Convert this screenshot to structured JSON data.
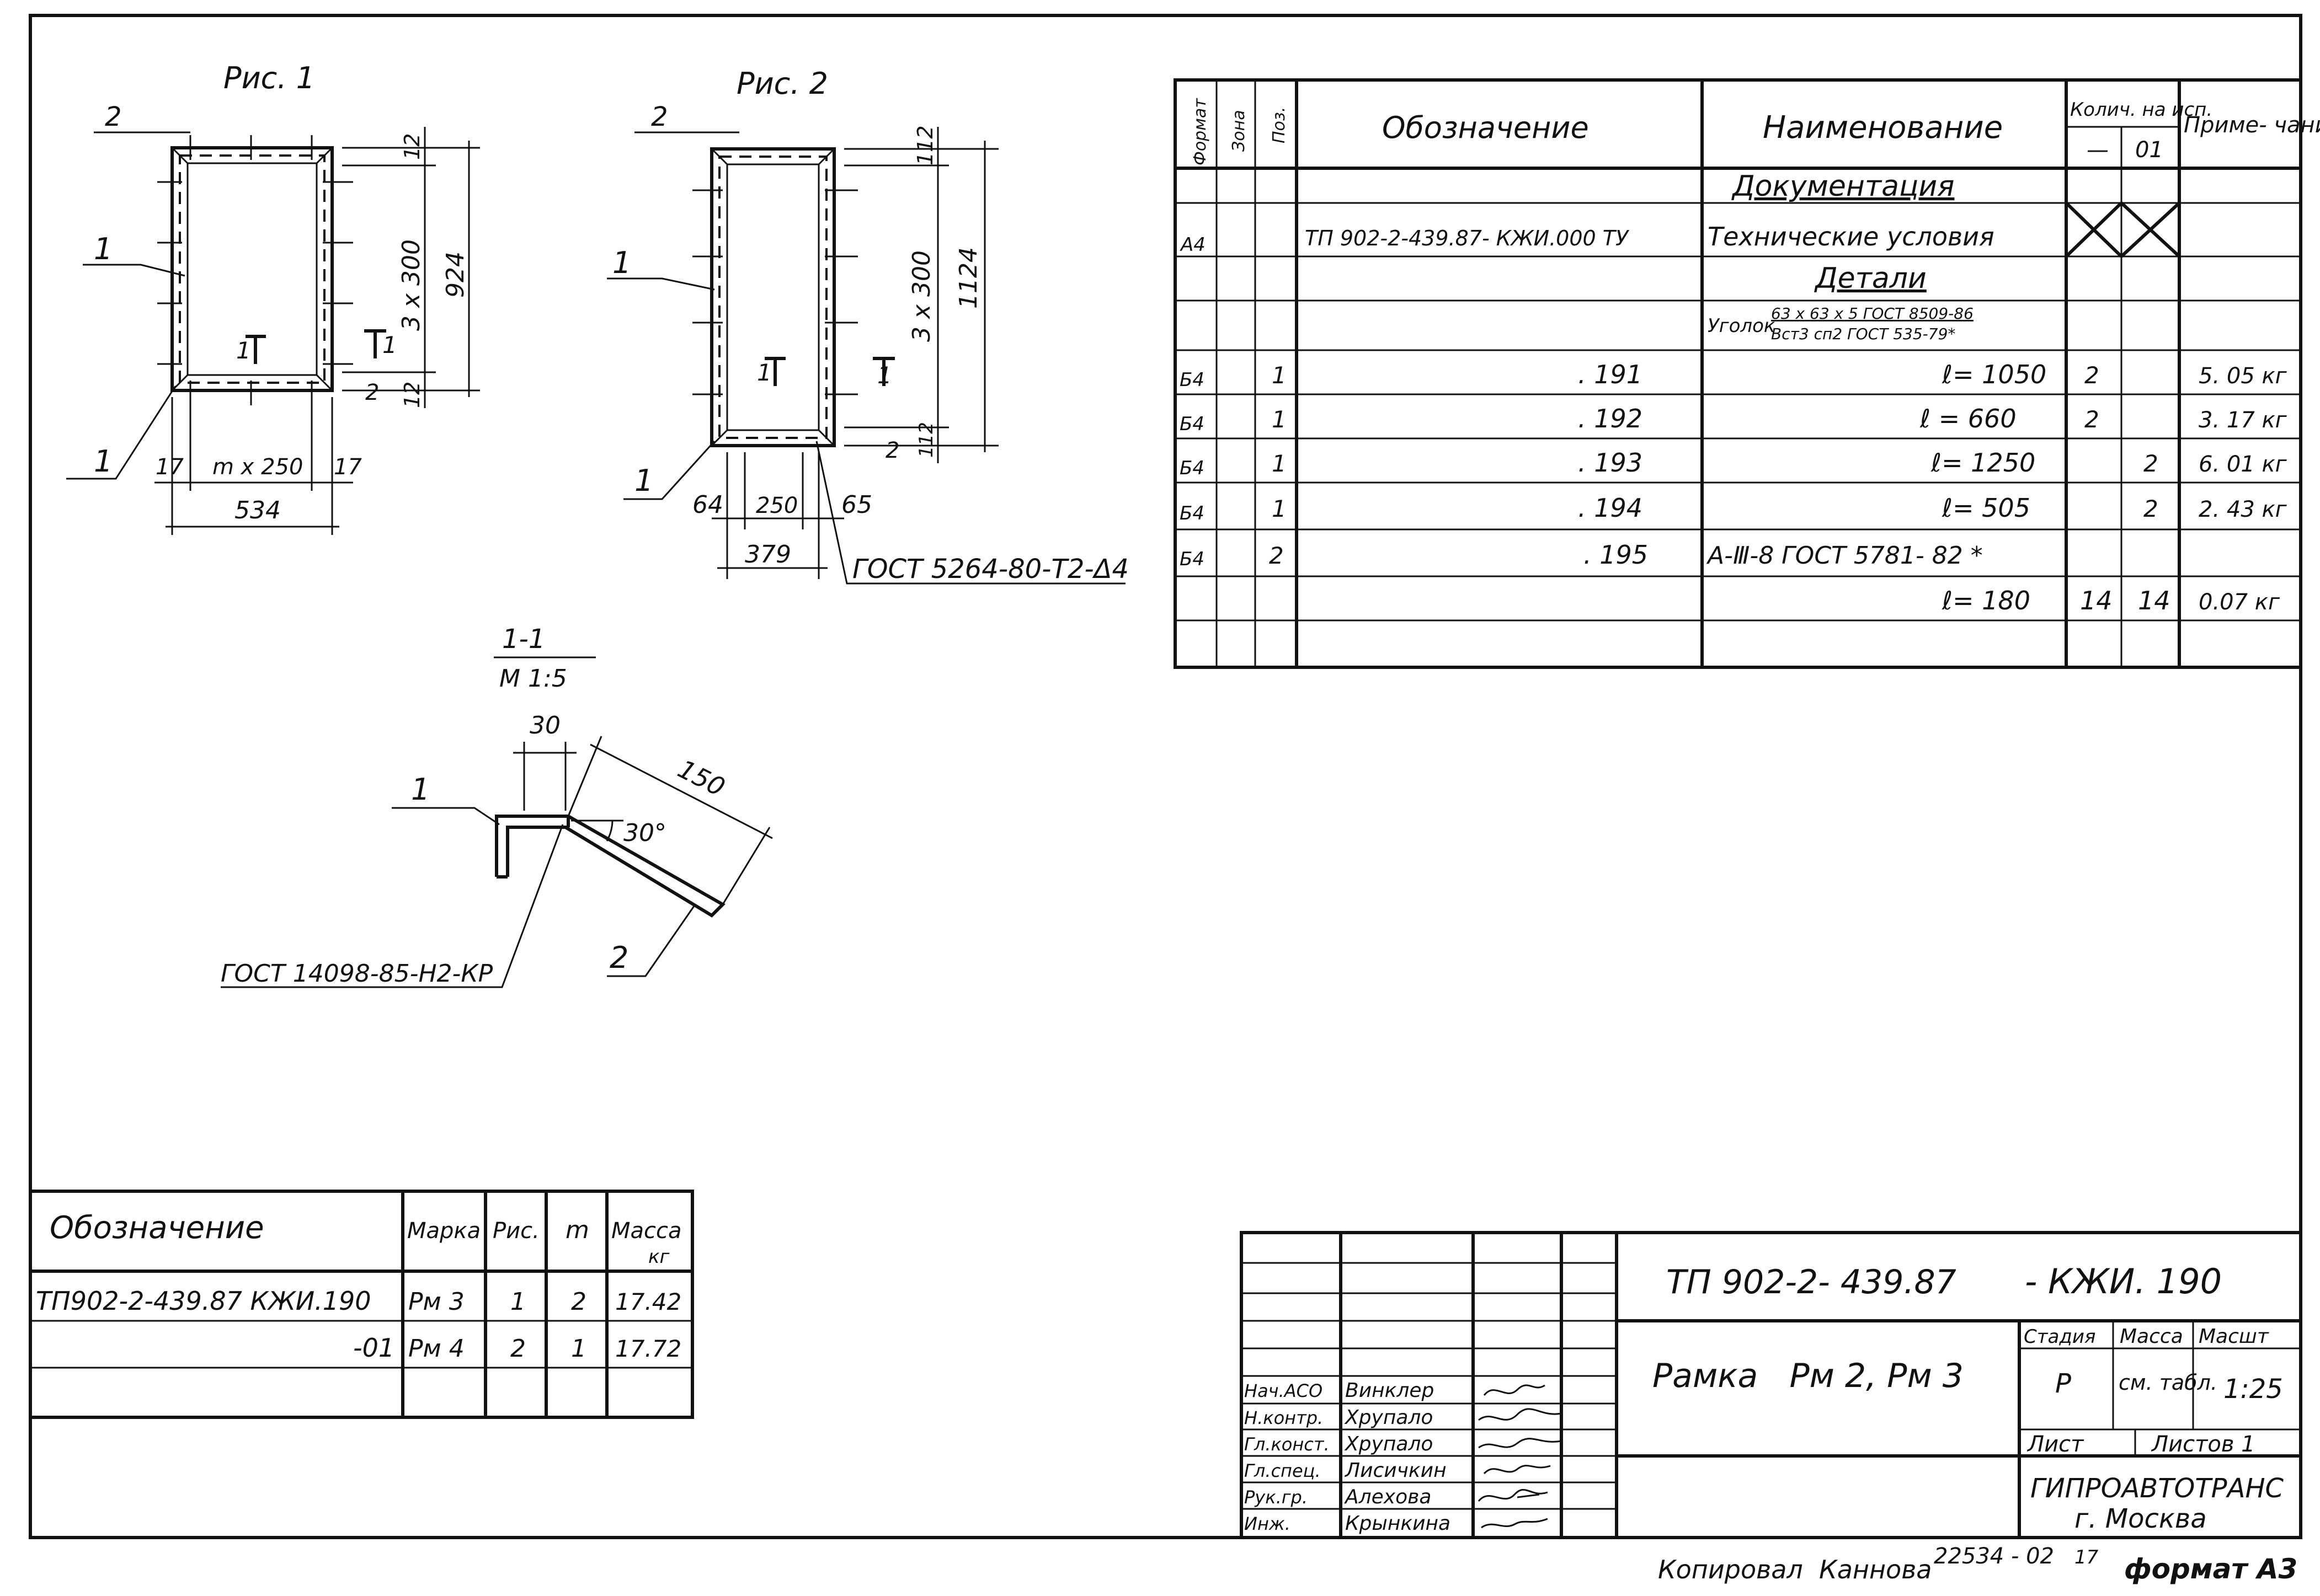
{
  "figures": {
    "fig1": {
      "title": "Рис. 1",
      "labels": {
        "part1_top": "1",
        "part1_bottom": "1",
        "part2": "2",
        "section_left": "1",
        "section_right": "1"
      },
      "dims": {
        "top_gap": "12",
        "pitch": "3 x 300",
        "height": "924",
        "bottom_gap_2": "2",
        "bottom_gap_12": "12",
        "left_offset": "17",
        "spacing": "m x 250",
        "right_offset": "17",
        "width": "534"
      }
    },
    "fig2": {
      "title": "Рис. 2",
      "labels": {
        "part1_top": "1",
        "part1_bottom": "1",
        "part2": "2",
        "section_left": "1",
        "section_right": "1"
      },
      "dims": {
        "top_gap": "112",
        "pitch": "3 x 300",
        "height": "1124",
        "bottom_gap_2": "2",
        "bottom_gap_12": "112",
        "left_offset": "64",
        "spacing": "250",
        "right_offset": "65",
        "width": "379"
      },
      "weld_note": "ГОСТ 5264-80-Т2-Δ4"
    },
    "section": {
      "title": "1-1",
      "scale": "М 1:5",
      "dim_30": "30",
      "dim_150": "150",
      "angle": "30°",
      "part1": "1",
      "part2": "2",
      "weld_note": "ГОСТ 14098-85-Н2-КР"
    }
  },
  "spec_table": {
    "headers": {
      "format": "Формат",
      "zone": "Зона",
      "pos": "Поз.",
      "designation": "Обозначение",
      "name": "Наименование",
      "qty": "Колич. на исп.",
      "qty_a": "—",
      "qty_b": "01",
      "note": "Приме- чание"
    },
    "rows": [
      {
        "format": "",
        "pos": "",
        "designation": "",
        "name": "Документация",
        "qa": "",
        "qb": "",
        "note": ""
      },
      {
        "format": "А4",
        "pos": "",
        "designation": "ТП 902-2-439.87- КЖИ.000 ТУ",
        "name": "Технические условия",
        "qa": "",
        "qb": "",
        "note": ""
      },
      {
        "format": "",
        "pos": "",
        "designation": "",
        "name": "Детали",
        "qa": "",
        "qb": "",
        "note": ""
      },
      {
        "format": "",
        "pos": "",
        "designation": "",
        "name": "Уголок",
        "qa": "",
        "qb": "",
        "note": ""
      },
      {
        "format": "Б4",
        "pos": "1",
        "designation": ". 191",
        "name": "ℓ= 1050",
        "qa": "2",
        "qb": "",
        "note": "5. 05 кг"
      },
      {
        "format": "Б4",
        "pos": "1",
        "designation": ". 192",
        "name": "ℓ = 660",
        "qa": "2",
        "qb": "",
        "note": "3. 17 кг"
      },
      {
        "format": "Б4",
        "pos": "1",
        "designation": ". 193",
        "name": "ℓ= 1250",
        "qa": "",
        "qb": "2",
        "note": "6. 01 кг"
      },
      {
        "format": "Б4",
        "pos": "1",
        "designation": ". 194",
        "name": "ℓ= 505",
        "qa": "",
        "qb": "2",
        "note": "2. 43 кг"
      },
      {
        "format": "Б4",
        "pos": "2",
        "designation": ". 195",
        "name": "А-Ⅲ-8 ГОСТ 5781- 82 *",
        "qa": "",
        "qb": "",
        "note": ""
      },
      {
        "format": "",
        "pos": "",
        "designation": "",
        "name": "ℓ= 180",
        "qa": "14",
        "qb": "14",
        "note": "0.07 кг"
      },
      {
        "format": "",
        "pos": "",
        "designation": "",
        "name": "",
        "qa": "",
        "qb": "",
        "note": ""
      }
    ],
    "ugolok_top": "63 x 63 x 5 ГОСТ 8509-86",
    "ugolok_bottom": "Вст3 сп2 ГОСТ 535-79*"
  },
  "variants_table": {
    "headers": {
      "designation": "Обозначение",
      "mark": "Марка",
      "fig": "Рис.",
      "m": "m",
      "mass": "Масса",
      "mass_unit": "кг"
    },
    "rows": [
      {
        "designation": "ТП902-2-439.87 КЖИ.190",
        "mark": "Рм 3",
        "fig": "1",
        "m": "2",
        "mass": "17.42"
      },
      {
        "designation": "-01",
        "mark": "Рм 4",
        "fig": "2",
        "m": "1",
        "mass": "17.72"
      },
      {
        "designation": "",
        "mark": "",
        "fig": "",
        "m": "",
        "mass": ""
      }
    ]
  },
  "title_block": {
    "doc_code": "ТП 902-2- 439.87",
    "doc_suffix": "- КЖИ. 190",
    "title": "Рамка   Рм 2, Рм 3",
    "stage_label": "Стадия",
    "mass_label": "Масса",
    "scale_label": "Масшт",
    "stage": "Р",
    "mass": "см. табл.",
    "scale": "1:25",
    "sheet_label": "Лист",
    "sheets_label": "Листов 1",
    "org": "ГИПРОАВТОТРАНС",
    "city": "г. Москва",
    "staff": [
      {
        "role": "Нач.АСО",
        "name": "Винклер"
      },
      {
        "role": "Н.контр.",
        "name": "Хрупало"
      },
      {
        "role": "Гл.конст.",
        "name": "Хрупало"
      },
      {
        "role": "Гл.спец.",
        "name": "Лисичкин"
      },
      {
        "role": "Рук.гр.",
        "name": "Алехова"
      },
      {
        "role": "Инж.",
        "name": "Крынкина"
      }
    ]
  },
  "footer": {
    "copied": "Копировал  Каннова",
    "number": "22534 - 02",
    "index": "17",
    "format": "формат А3"
  }
}
